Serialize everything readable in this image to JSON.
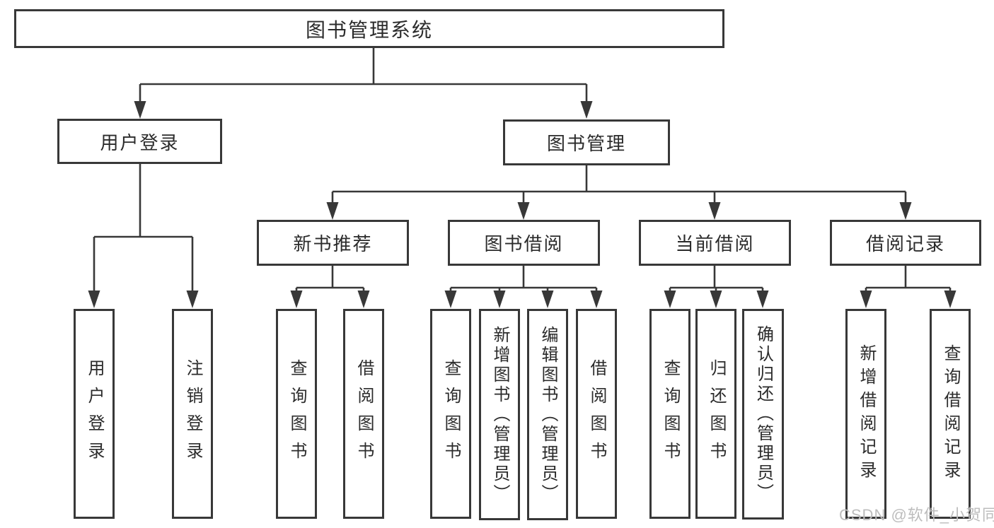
{
  "diagram": {
    "root": {
      "label": "图书管理系统"
    },
    "level2": [
      {
        "label": "用户登录"
      },
      {
        "label": "图书管理"
      }
    ],
    "level3": [
      {
        "label": "新书推荐"
      },
      {
        "label": "图书借阅"
      },
      {
        "label": "当前借阅"
      },
      {
        "label": "借阅记录"
      }
    ],
    "leaves": {
      "user_login": [
        {
          "label": "用户登录"
        },
        {
          "label": "注销登录"
        }
      ],
      "new_book": [
        {
          "label": "查询图书"
        },
        {
          "label": "借阅图书"
        }
      ],
      "book_borrow": [
        {
          "label": "查询图书"
        },
        {
          "label": "新增图书（管理员）"
        },
        {
          "label": "编辑图书（管理员）"
        },
        {
          "label": "借阅图书"
        }
      ],
      "current_borrow": [
        {
          "label": "查询图书"
        },
        {
          "label": "归还图书"
        },
        {
          "label": "确认归还（管理员）"
        }
      ],
      "borrow_record": [
        {
          "label": "新增借阅记录"
        },
        {
          "label": "查询借阅记录"
        }
      ]
    }
  },
  "watermark": {
    "text": "CSDN @软件_小贺同学"
  },
  "colors": {
    "line": "#383838",
    "border": "#383838",
    "text": "#2b2b2b",
    "background": "#ffffff",
    "watermark": "#bdbdbd"
  }
}
